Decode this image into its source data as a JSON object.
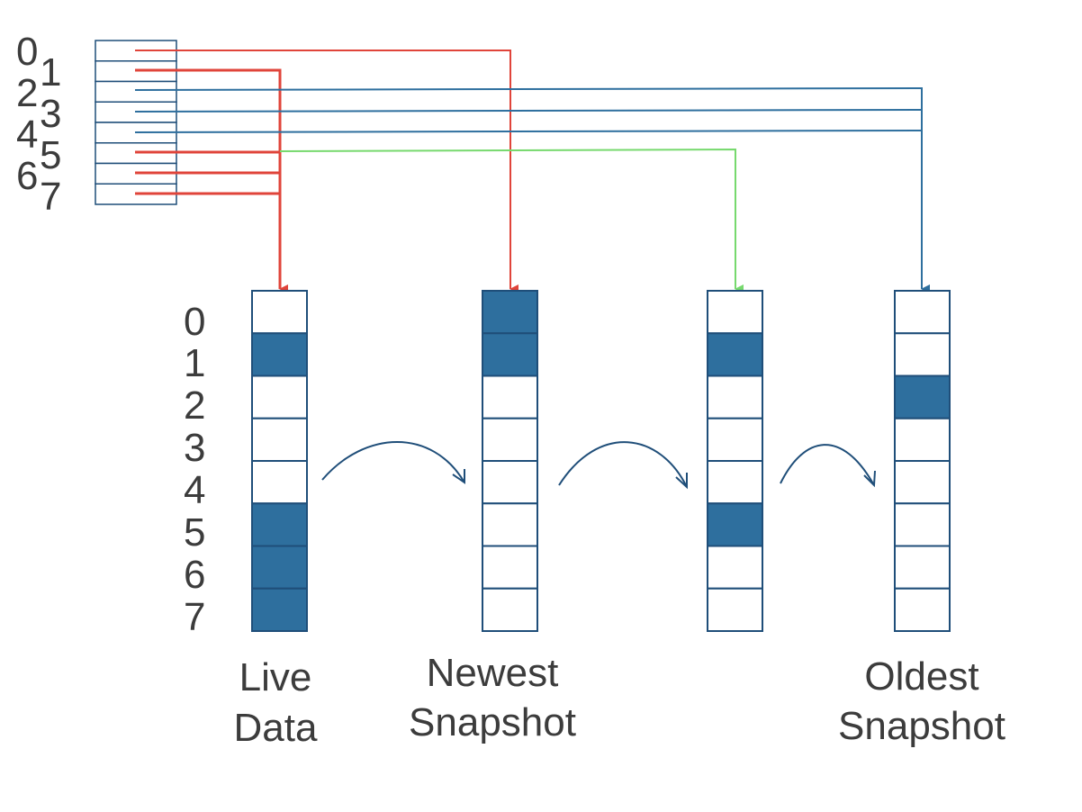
{
  "index_table": {
    "labels": [
      "0",
      "1",
      "2",
      "3",
      "4",
      "5",
      "6",
      "7"
    ]
  },
  "row_labels": [
    "0",
    "1",
    "2",
    "3",
    "4",
    "5",
    "6",
    "7"
  ],
  "colors": {
    "filled": "#2e6f9e",
    "border": "#1f4e79",
    "red": "#e0443a",
    "green": "#77d96e",
    "blue": "#2e6f9e",
    "flow_arrow": "#1f4e79",
    "text": "#3c3c3c"
  },
  "columns": [
    {
      "id": "live",
      "caption": [
        "Live",
        "Data"
      ],
      "filled": [
        1,
        5,
        6,
        7
      ]
    },
    {
      "id": "newest",
      "caption": [
        "Newest",
        "Snapshot"
      ],
      "filled": [
        0,
        1
      ]
    },
    {
      "id": "middle",
      "caption": [],
      "filled": [
        1,
        5
      ]
    },
    {
      "id": "oldest",
      "caption": [
        "Oldest",
        "Snapshot"
      ],
      "filled": [
        2
      ]
    }
  ],
  "pointers": [
    {
      "index": "0",
      "target": "newest",
      "color": "red"
    },
    {
      "index": "1",
      "target": "live",
      "color": "red"
    },
    {
      "index": "2",
      "target": "oldest",
      "color": "blue"
    },
    {
      "index": "3",
      "target": "oldest",
      "color": "blue"
    },
    {
      "index": "4",
      "target": "oldest",
      "color": "blue"
    },
    {
      "index": "5",
      "target": "live",
      "color": "red",
      "also": "middle"
    },
    {
      "index": "6",
      "target": "live",
      "color": "red"
    },
    {
      "index": "7",
      "target": "live",
      "color": "red"
    }
  ]
}
